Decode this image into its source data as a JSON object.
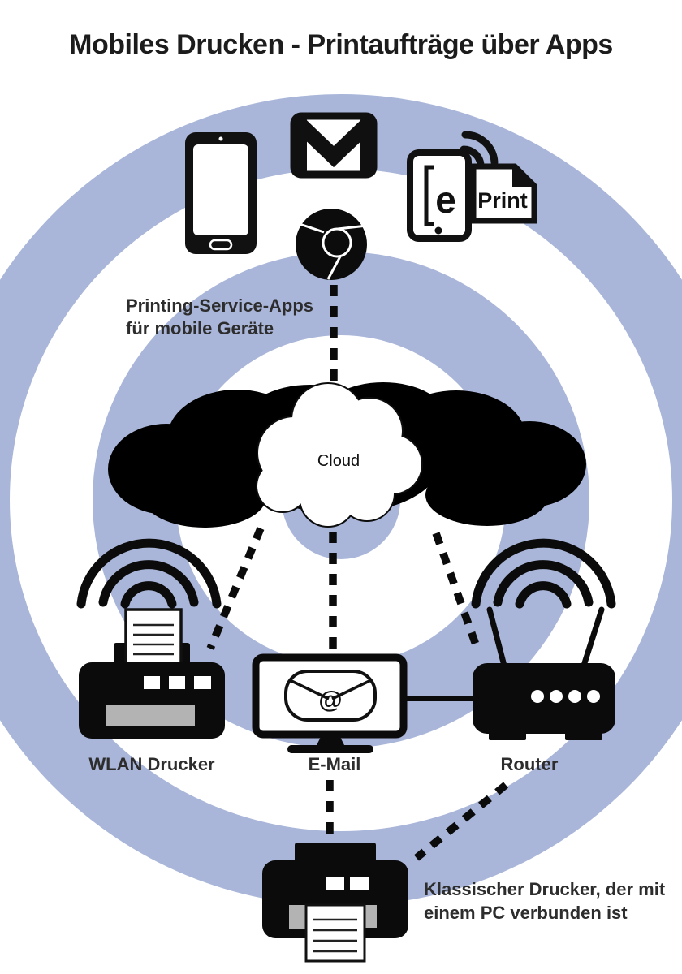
{
  "title": "Mobiles Drucken - Printaufträge über Apps",
  "colors": {
    "ring_blue": "#a9b6d9",
    "ink_black": "#111111",
    "tray_gray": "#b3b3b3",
    "label_text": "#2d2d2d"
  },
  "apps_label": {
    "line1": "Printing-Service-Apps",
    "line2": "für mobile Geräte"
  },
  "cloud": {
    "label": "Cloud"
  },
  "eprint": {
    "e": "e",
    "print": "Print"
  },
  "nodes": {
    "wlan_printer": {
      "label": "WLAN Drucker"
    },
    "email": {
      "label": "E-Mail",
      "symbol": "@"
    },
    "router": {
      "label": "Router"
    },
    "classic_printer": {
      "line1": "Klassischer Drucker, der mit",
      "line2": "einem PC verbunden ist"
    }
  },
  "icons": [
    "smartphone-icon",
    "gmail-icon",
    "chrome-icon",
    "eprint-icon",
    "wifi-waves-icon",
    "cloud-icon",
    "wlan-printer-icon",
    "monitor-email-icon",
    "router-icon",
    "classic-printer-icon"
  ]
}
